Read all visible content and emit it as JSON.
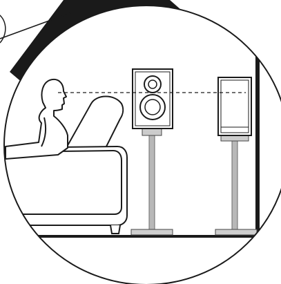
{
  "figure": {
    "kind": "speaker placement illustration",
    "palette": {
      "ink": "#1a1a1a",
      "background": "#ffffff",
      "beam": "#1a1a1a",
      "stand": "#b8b8b8",
      "floor": "#222222"
    },
    "elements": [
      "magnifier-circle",
      "pointer-beam",
      "listener",
      "sofa",
      "front-speaker",
      "rear-speaker",
      "height-guide-line",
      "floor-line",
      "wall-edge"
    ]
  }
}
